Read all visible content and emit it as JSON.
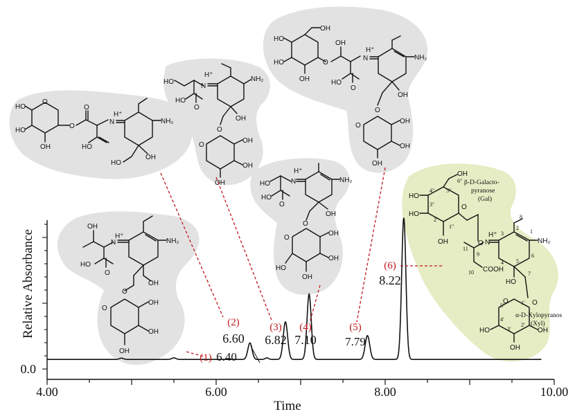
{
  "chart_data": {
    "type": "line",
    "xlabel": "Time",
    "ylabel": "Relative Absorbance",
    "xlim": [
      4.0,
      10.0
    ],
    "ylim": [
      0.0,
      1.0
    ],
    "x_ticks": [
      "4.00",
      "6.00",
      "8.00",
      "10.00"
    ],
    "y_ticks": [
      "0.0"
    ],
    "grid": false,
    "baseline": 0.03,
    "peaks": [
      {
        "x": 4.88,
        "y": 0.004,
        "width": 0.025
      },
      {
        "x": 5.5,
        "y": 0.005,
        "width": 0.025
      },
      {
        "x": 6.4,
        "y": 0.052,
        "width": 0.025
      },
      {
        "x": 6.6,
        "y": 0.005,
        "width": 0.02
      },
      {
        "x": 6.82,
        "y": 0.118,
        "width": 0.026
      },
      {
        "x": 7.1,
        "y": 0.205,
        "width": 0.025
      },
      {
        "x": 7.79,
        "y": 0.075,
        "width": 0.027
      },
      {
        "x": 8.22,
        "y": 0.445,
        "width": 0.025
      }
    ],
    "annotations": [
      {
        "id": "1",
        "label": "(1)",
        "value": "6.40",
        "x": 6.4
      },
      {
        "id": "2",
        "label": "(2)",
        "value": "6.60",
        "x": 6.6
      },
      {
        "id": "3",
        "label": "(3)",
        "value": "6.82",
        "x": 6.82
      },
      {
        "id": "4",
        "label": "(4)",
        "value": "7.10",
        "x": 7.1
      },
      {
        "id": "5",
        "label": "(5)",
        "value": "7.79",
        "x": 7.79
      },
      {
        "id": "6",
        "label": "(6)",
        "value": "8.22",
        "x": 8.22
      }
    ]
  },
  "chem": {
    "nh2": "NH₂",
    "nh_plus": "H⁺",
    "n": "N",
    "o": "O",
    "oh": "OH",
    "ho": "HO",
    "cooh": "COOH",
    "gal_name": [
      "β-D-Galacto-",
      "pyranose",
      "(Gal)"
    ],
    "xyl_name": [
      "α-D-Xylopyranos",
      "(Xyl)"
    ],
    "positions": [
      "1",
      "2",
      "3",
      "4",
      "5",
      "6",
      "7",
      "8",
      "9",
      "10",
      "11",
      "1′",
      "2′",
      "3′",
      "4′",
      "5′",
      "1″",
      "2″",
      "3″",
      "4″",
      "5″",
      "6″"
    ]
  },
  "colors": {
    "line": "#111111",
    "annotation": "#c0171c",
    "blob_gray": "#e2e2e2",
    "blob_green": "#e6ecc3"
  }
}
